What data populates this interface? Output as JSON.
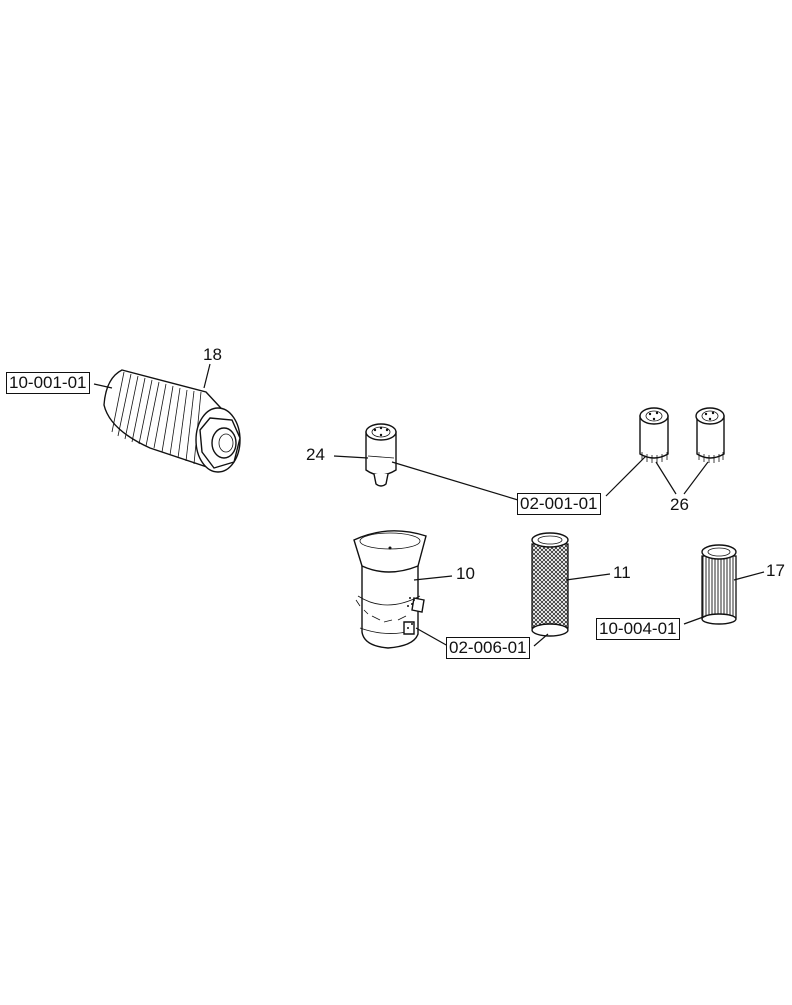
{
  "references": {
    "ref_10_001": "10-001-01",
    "ref_02_001": "02-001-01",
    "ref_02_006": "02-006-01",
    "ref_10_004": "10-004-01"
  },
  "callouts": {
    "c18": "18",
    "c24": "24",
    "c26": "26",
    "c10": "10",
    "c11": "11",
    "c17": "17"
  }
}
